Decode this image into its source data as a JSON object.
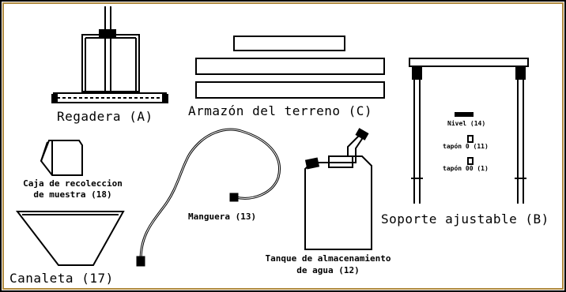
{
  "colors": {
    "frame_border": "#b08a3e",
    "line": "#000000",
    "background": "#ffffff"
  },
  "labels": {
    "regadera": "Regadera (A)",
    "armazon": "Armazón del terreno (C)",
    "soporte": "Soporte ajustable (B)",
    "nivel": "Nivel (14)",
    "tapon0": "tapón 0 (11)",
    "tapon00": "tapón 00 (1)",
    "caja_line1": "Caja de recoleccion",
    "caja_line2": "de muestra (18)",
    "manguera": "Manguera (13)",
    "tanque_line1": "Tanque de almacenamiento",
    "tanque_line2": "de agua (12)",
    "canaleta": "Canaleta (17)"
  }
}
